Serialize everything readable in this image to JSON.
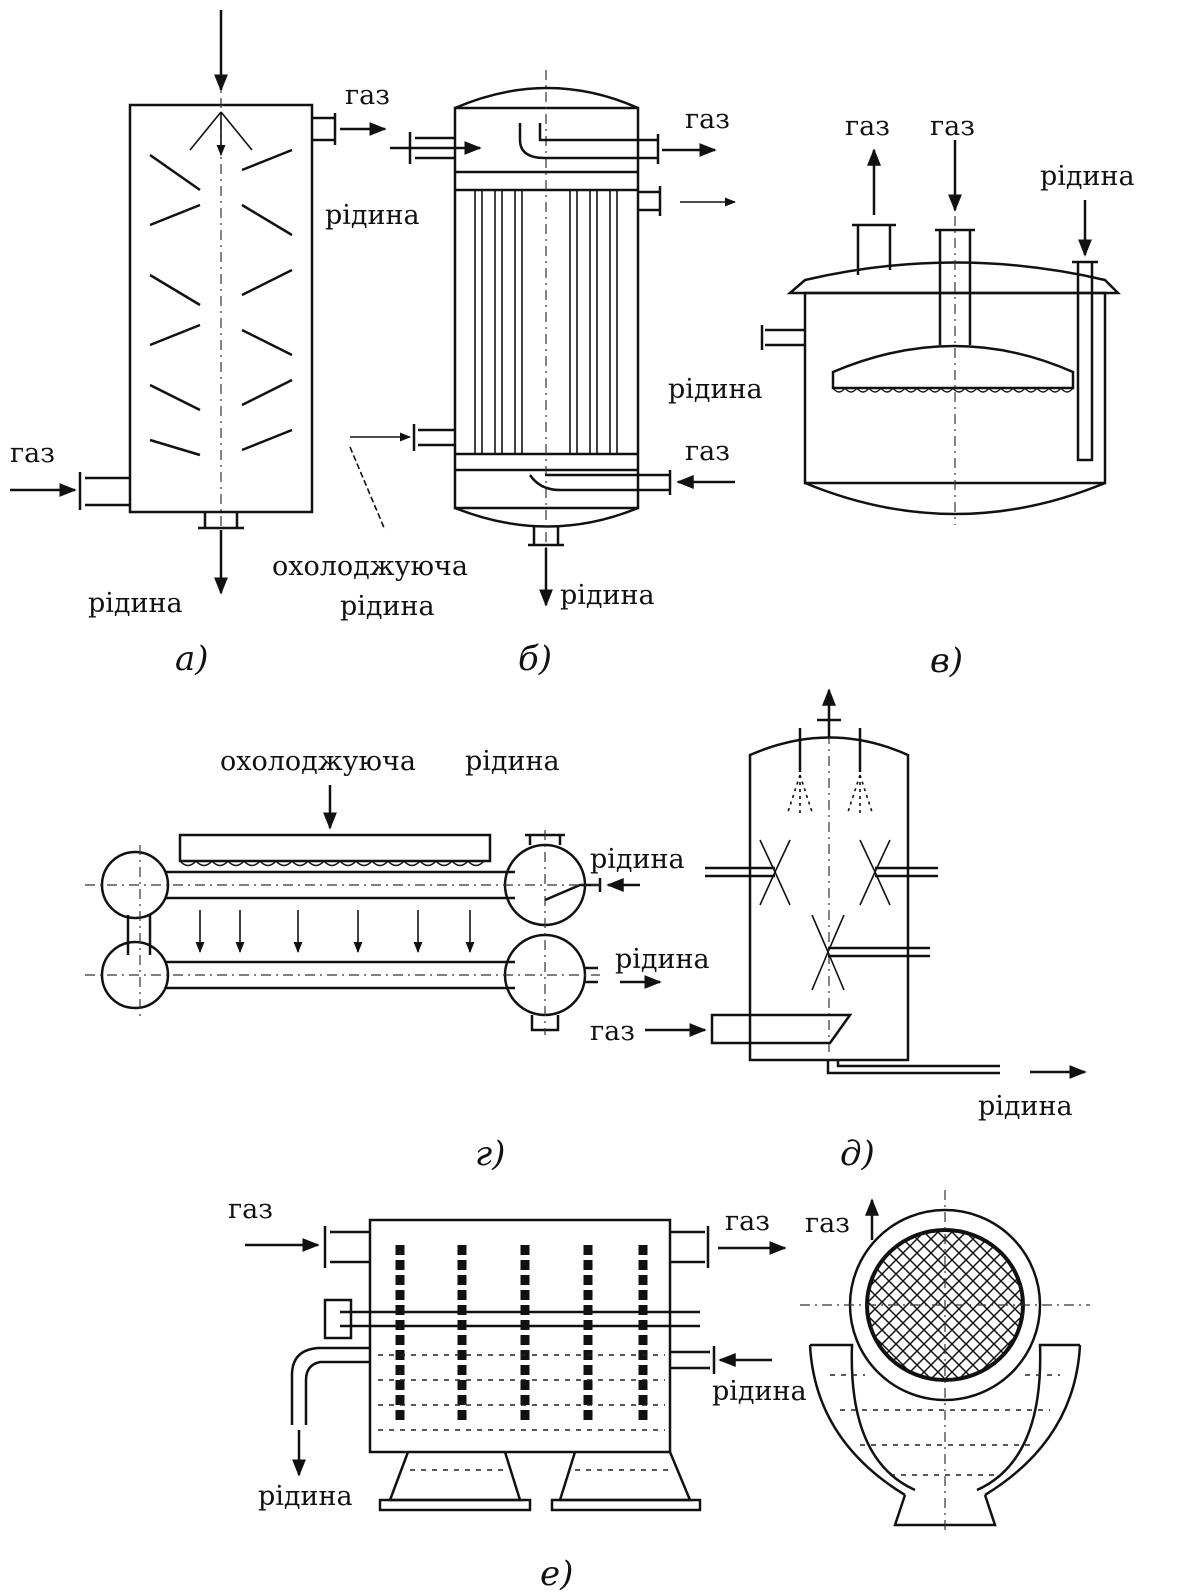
{
  "labels": {
    "gas": "газ",
    "liquid": "рідина",
    "cooling": "охолоджуюча",
    "cooling_liquid_word": "рідина"
  },
  "captions": {
    "a": "а)",
    "b": "б)",
    "v": "в)",
    "g": "г)",
    "d": "д)",
    "e": "е)"
  },
  "colors": {
    "ink": "#111111",
    "paper": "#ffffff"
  }
}
